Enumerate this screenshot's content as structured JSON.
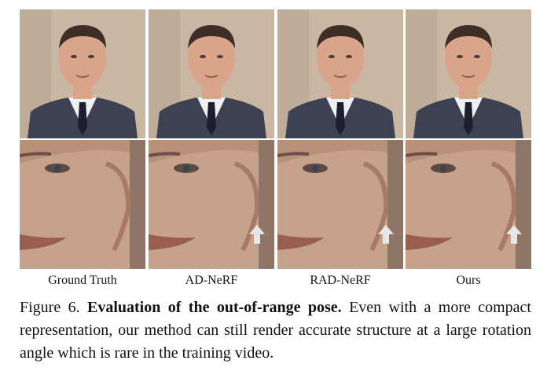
{
  "figure": {
    "columns": [
      {
        "label": "Ground Truth",
        "has_arrow": false
      },
      {
        "label": "AD-NeRF",
        "has_arrow": true
      },
      {
        "label": "RAD-NeRF",
        "has_arrow": true
      },
      {
        "label": "Ours",
        "has_arrow": true
      }
    ],
    "caption": {
      "number": "Figure 6.",
      "title": "Evaluation of the out-of-range pose.",
      "body": "Even with a more compact representation, our method can still render accurate structure at a large rotation angle which is rare in the training video."
    }
  },
  "colors": {
    "background": "#c9b7a3",
    "skin": "#d9a48a",
    "hair": "#3d2e27",
    "suit": "#3e4152",
    "shirt": "#eef0f2",
    "tie": "#1d1f2e",
    "arrow": "#e6e6e6"
  }
}
